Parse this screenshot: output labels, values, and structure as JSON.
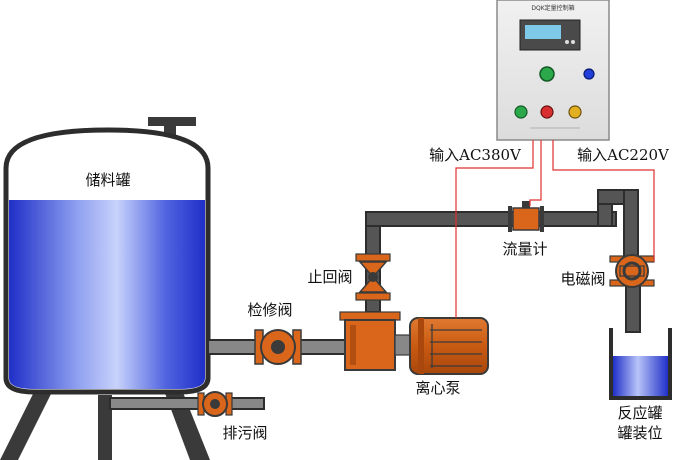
{
  "labels": {
    "tank": "储料罐",
    "check_valve": "止回阀",
    "maint_valve": "检修阀",
    "drain_valve": "排污阀",
    "pump": "离心泵",
    "flowmeter": "流量计",
    "solenoid": "电磁阀",
    "input_380": "输入AC380V",
    "input_220": "输入AC220V",
    "reactor_line1": "反应罐",
    "reactor_line2": "罐装位"
  },
  "control_box": {
    "title": "DQK定量控制箱"
  },
  "colors": {
    "valve_orange": "#d9661b",
    "pipe_gray": "#555555",
    "liquid_blue": "#2f3fd6",
    "wire_red": "#e03030",
    "button_green": "#2aa84a",
    "button_red": "#d83030",
    "button_yellow": "#e0b020",
    "button_blue": "#1f3fd8"
  }
}
